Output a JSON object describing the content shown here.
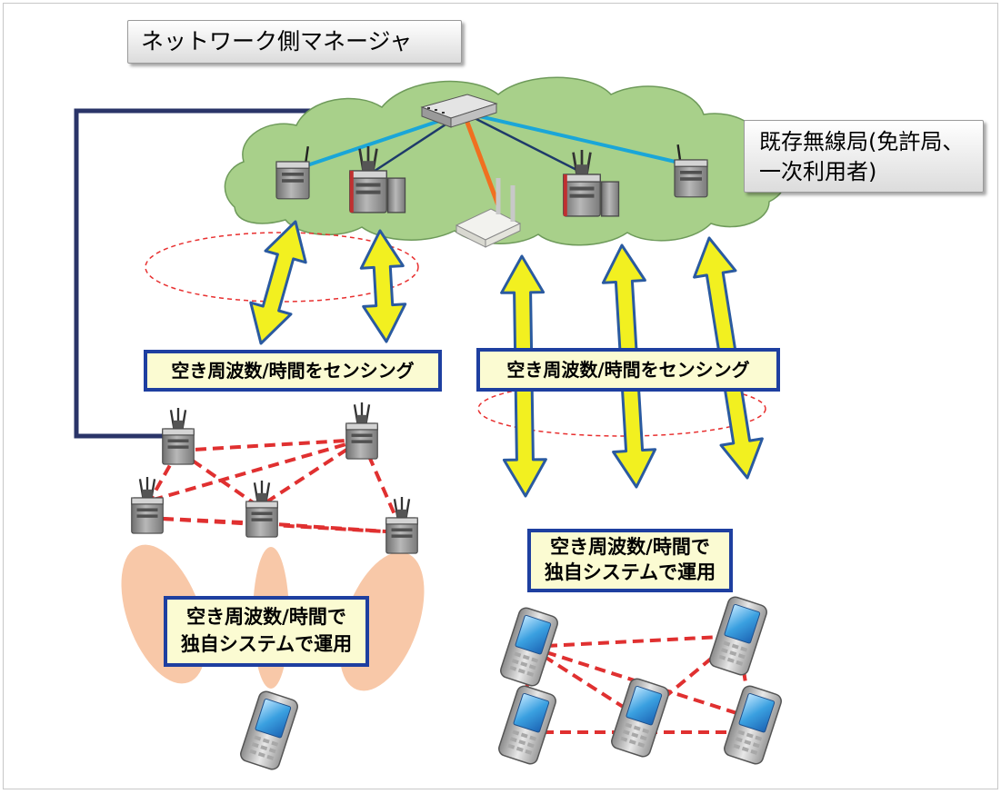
{
  "title": "ネットワーク側マネージャ",
  "existing_station": {
    "line1": "既存無線局(免許局、",
    "line2": "一次利用者)"
  },
  "sensing_left": "空き周波数/時間をセンシング",
  "sensing_right": "空き周波数/時間をセンシング",
  "operation_left": {
    "line1": "空き周波数/時間で",
    "line2": "独自システムで運用"
  },
  "operation_right": {
    "line1": "空き周波数/時間で",
    "line2": "独自システムで運用"
  },
  "colors": {
    "cloud": "#a8d08a",
    "arrow_fill": "#f2f020",
    "arrow_stroke": "#2a5aa0",
    "mesh_link": "#e03030",
    "manager_link": "#2a3468",
    "cloud_link_blue": "#1aa6d8",
    "cloud_link_orange": "#f07020",
    "beam": "#f8c8a8",
    "box_border": "#1e3fa0",
    "box_fill": "#fbfbd2",
    "phone_screen": "#3aa0e0"
  },
  "icons": [
    "server-icon",
    "antenna-server-icon",
    "hub-switch-icon",
    "router-icon",
    "mobile-phone-icon"
  ]
}
